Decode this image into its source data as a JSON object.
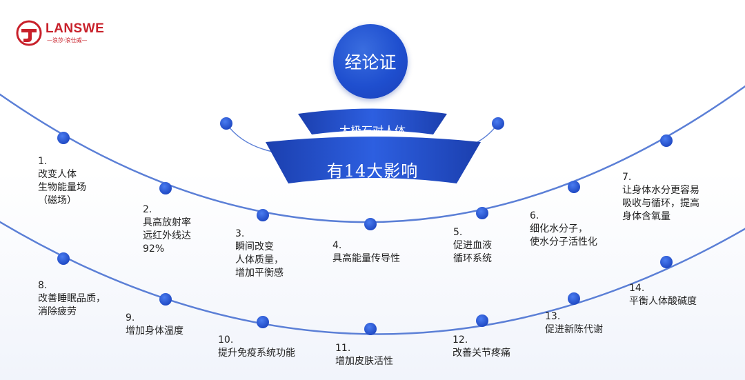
{
  "brand": {
    "name": "LANSWE",
    "subtitle": "—浪莎·浪仕威—"
  },
  "center": {
    "title": "经论证",
    "banner_top": "太极石对人体",
    "banner_bottom": "有14大影响"
  },
  "effects": [
    {
      "num": "1.",
      "text": "改变人体\n生物能量场\n（磁场）"
    },
    {
      "num": "2.",
      "text": "具高放射率\n远红外线达\n92%"
    },
    {
      "num": "3.",
      "text": "瞬间改变\n人体质量，\n增加平衡感"
    },
    {
      "num": "4.",
      "text": "具高能量传导性"
    },
    {
      "num": "5.",
      "text": "促进血液\n循环系统"
    },
    {
      "num": "6.",
      "text": "细化水分子，\n使水分子活性化"
    },
    {
      "num": "7.",
      "text": "让身体水分更容易\n吸收与循环，提高\n身体含氧量"
    },
    {
      "num": "8.",
      "text": "改善睡眠品质，\n消除疲劳"
    },
    {
      "num": "9.",
      "text": "增加身体温度"
    },
    {
      "num": "10.",
      "text": "提升免疫系统功能"
    },
    {
      "num": "11.",
      "text": "增加皮肤活性"
    },
    {
      "num": "12.",
      "text": "改善关节疼痛"
    },
    {
      "num": "13.",
      "text": "促进新陈代谢"
    },
    {
      "num": "14.",
      "text": "平衡人体酸碱度"
    }
  ],
  "colors": {
    "accent": "#2a55c9",
    "line": "#5b7fd6",
    "brand_red": "#c8202a"
  }
}
